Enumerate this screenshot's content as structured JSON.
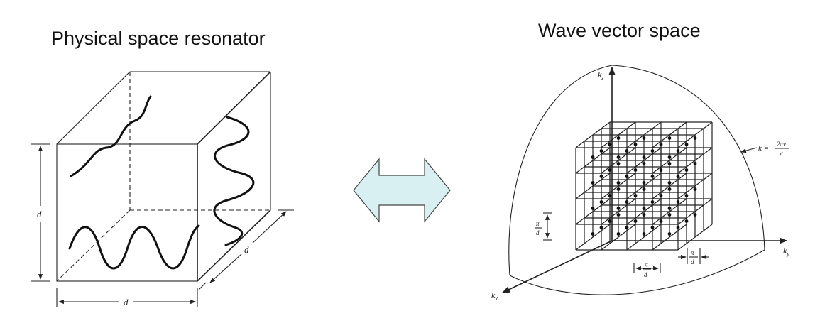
{
  "left_title": "Physical space resonator",
  "right_title": "Wave vector space",
  "cube": {
    "height_label": "d",
    "width_label": "d",
    "depth_label": "d"
  },
  "kspace": {
    "kz_label": "k",
    "kz_sub": "z",
    "ky_label": "k",
    "ky_sub": "y",
    "kx_label": "k",
    "kx_sub": "x",
    "sphere_label_left": "k =",
    "sphere_label_num": "2πν",
    "sphere_label_den": "c",
    "spacing_num": "π",
    "spacing_den": "d"
  },
  "arrow_color": "#d9f0f2",
  "arrow_stroke": "#444444"
}
